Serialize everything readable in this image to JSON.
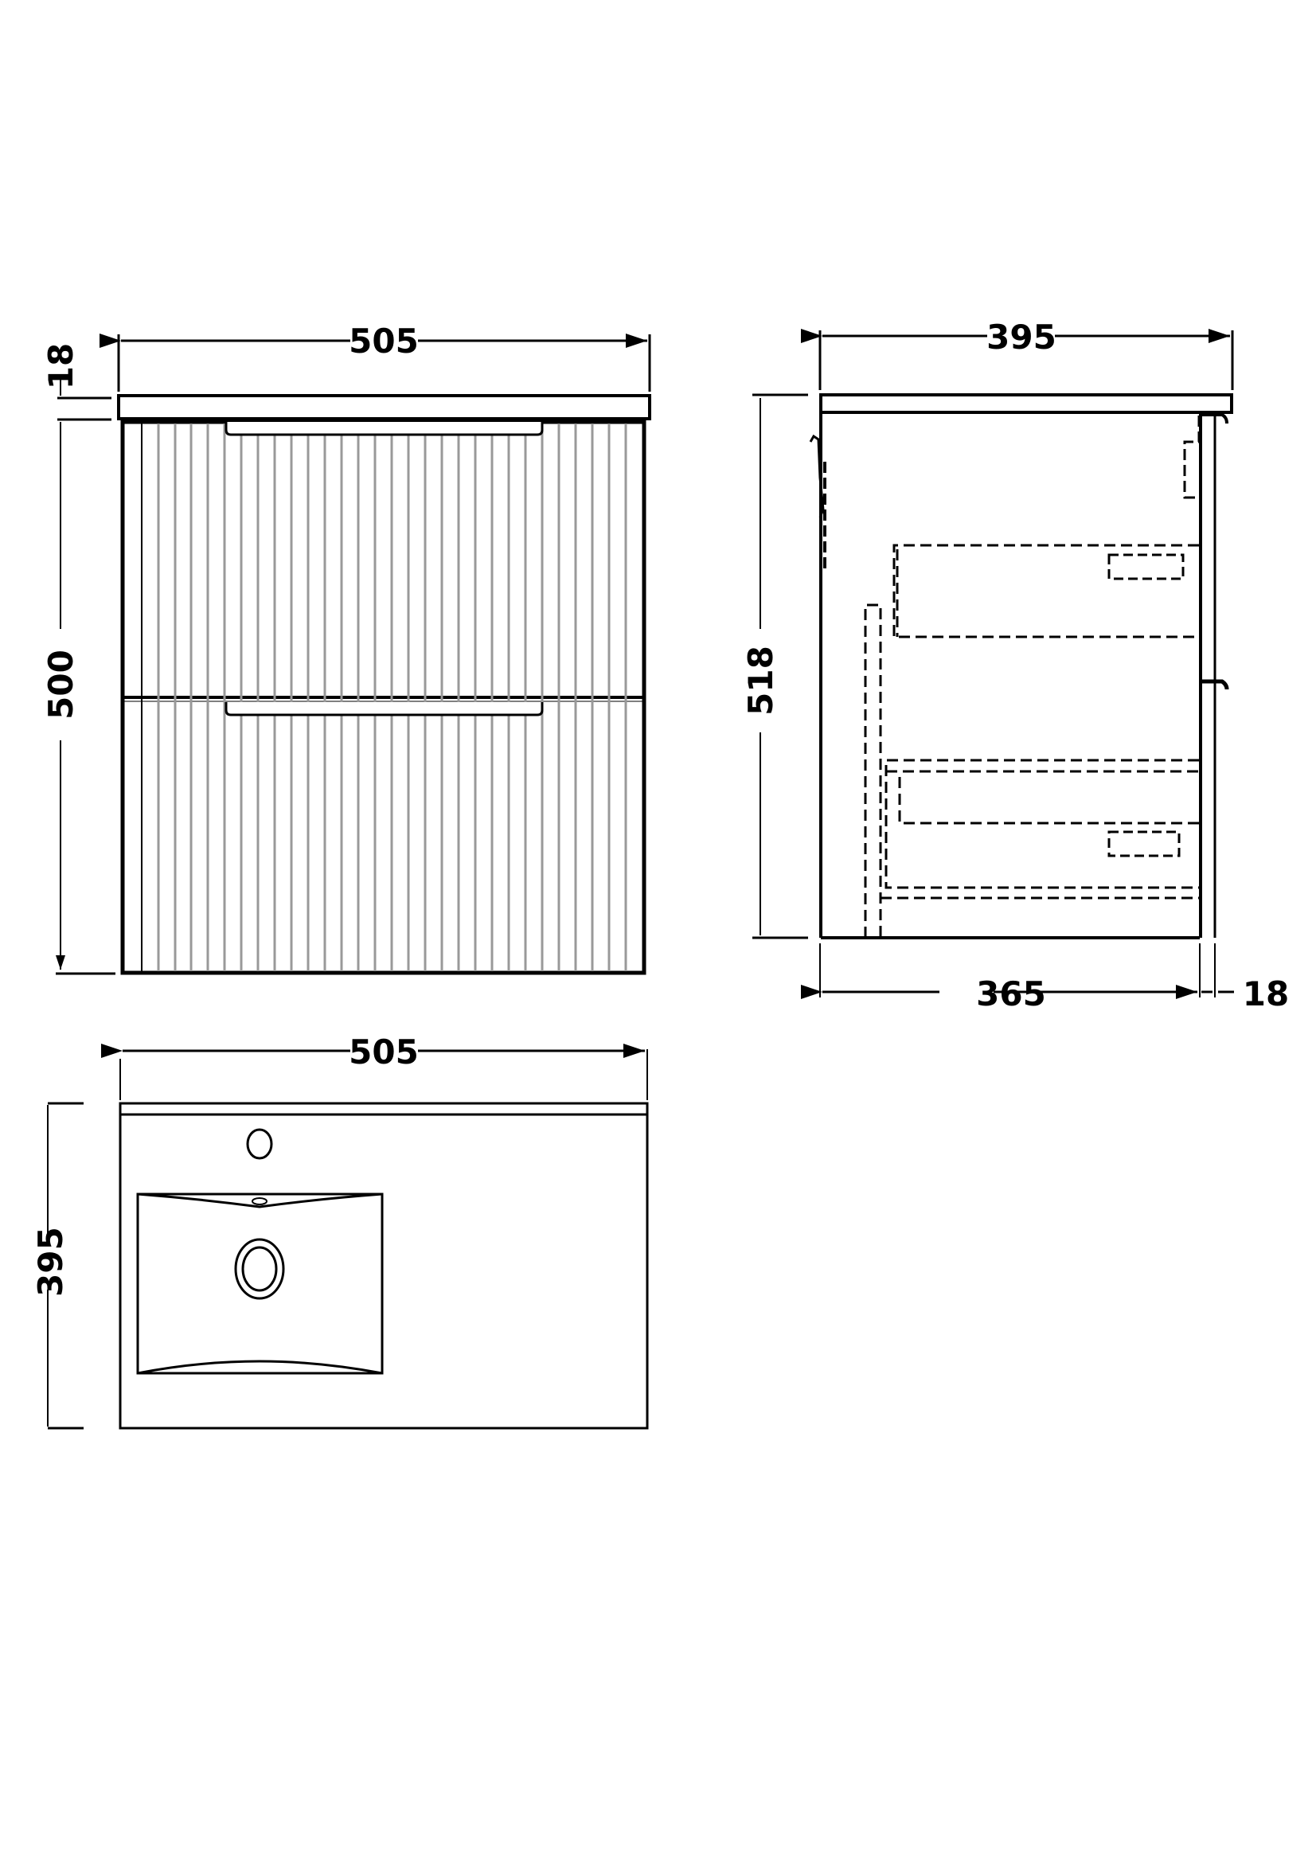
{
  "drawing": {
    "type": "technical-dimension-drawing",
    "subject": "Wall-hung 2-drawer fluted vanity unit with basin",
    "units": "mm"
  },
  "front_view": {
    "width_label": "505",
    "worktop_thickness_label": "18",
    "height_label": "500",
    "drawers": 2,
    "flute_color": "#999999"
  },
  "side_view": {
    "depth_label": "395",
    "height_label": "518",
    "carcass_depth_label": "365",
    "door_thickness_label": "18"
  },
  "plan_view": {
    "width_label": "505",
    "depth_label": "395"
  },
  "colors": {
    "line": "#000000",
    "background": "#ffffff",
    "flute": "#999999"
  }
}
